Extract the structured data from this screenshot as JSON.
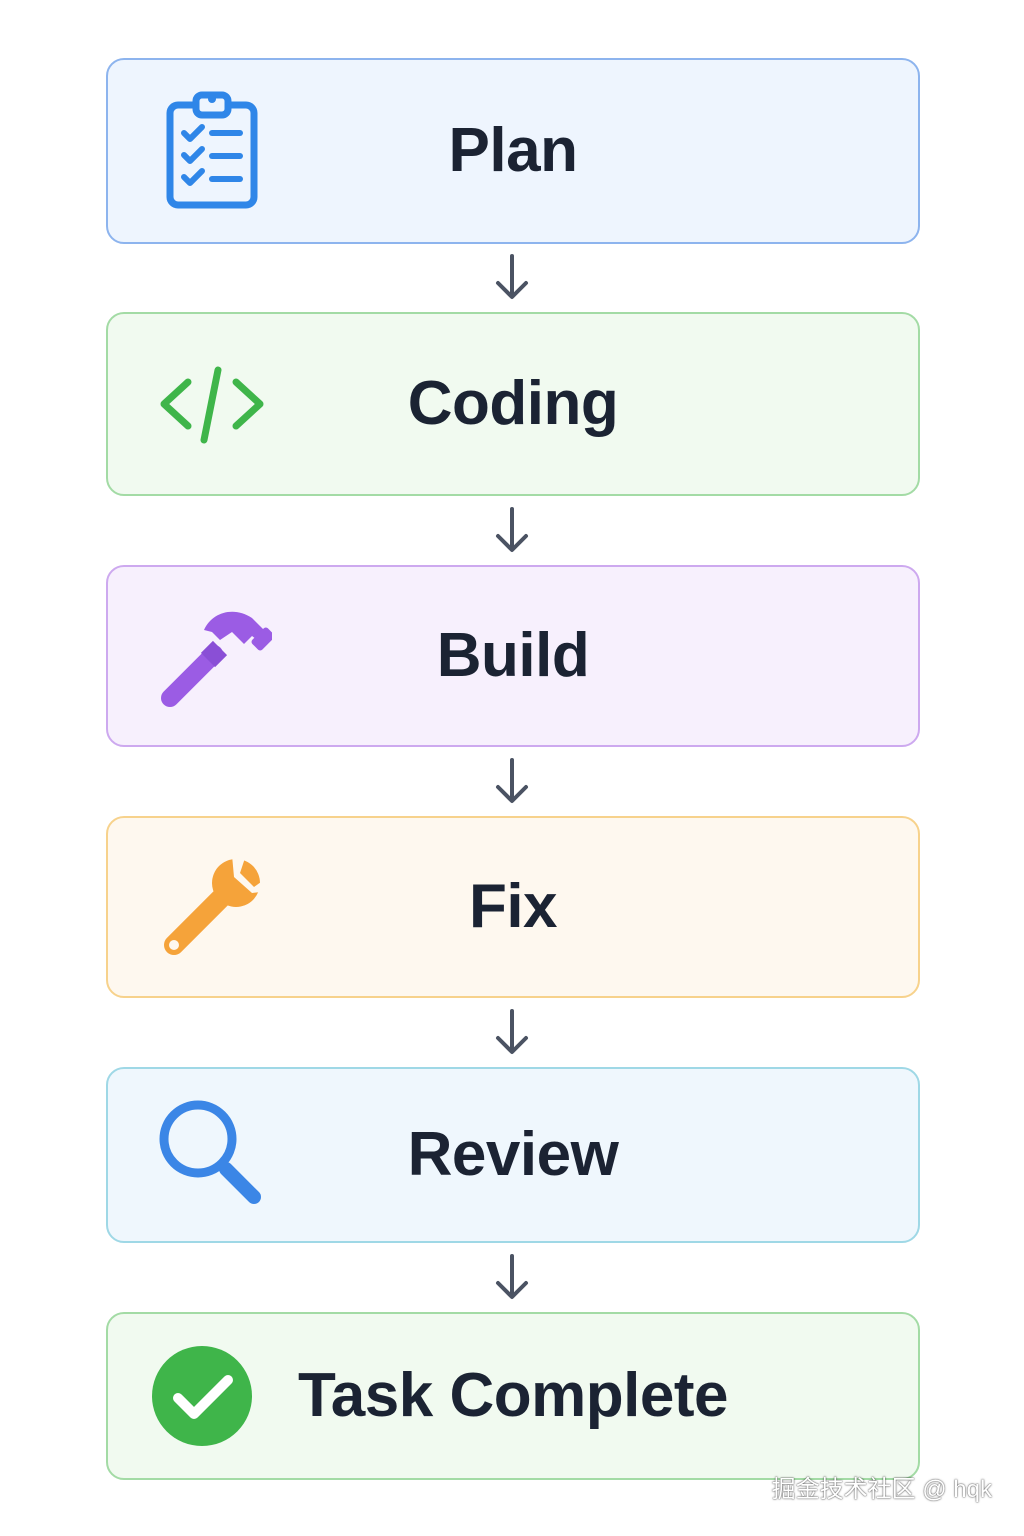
{
  "steps": [
    {
      "label": "Plan",
      "icon": "clipboard-checklist-icon",
      "border": "#8db4ee",
      "fill": "#eef5fe",
      "accent": "#2f86e8"
    },
    {
      "label": "Coding",
      "icon": "code-icon",
      "border": "#a3dba5",
      "fill": "#f1faf0",
      "accent": "#3fb54a"
    },
    {
      "label": "Build",
      "icon": "hammer-icon",
      "border": "#cda9ef",
      "fill": "#f7f0fd",
      "accent": "#9b5ce4"
    },
    {
      "label": "Fix",
      "icon": "wrench-icon",
      "border": "#f7d28c",
      "fill": "#fef8ef",
      "accent": "#f5a33a"
    },
    {
      "label": "Review",
      "icon": "magnifier-icon",
      "border": "#9fd8e6",
      "fill": "#eff7fd",
      "accent": "#3b86e6"
    },
    {
      "label": "Task Complete",
      "icon": "check-circle-icon",
      "border": "#a3dba5",
      "fill": "#f1faf0",
      "accent": "#3fb54a"
    }
  ],
  "arrow_color": "#4b5363",
  "watermark": "掘金技术社区 @ hqk"
}
